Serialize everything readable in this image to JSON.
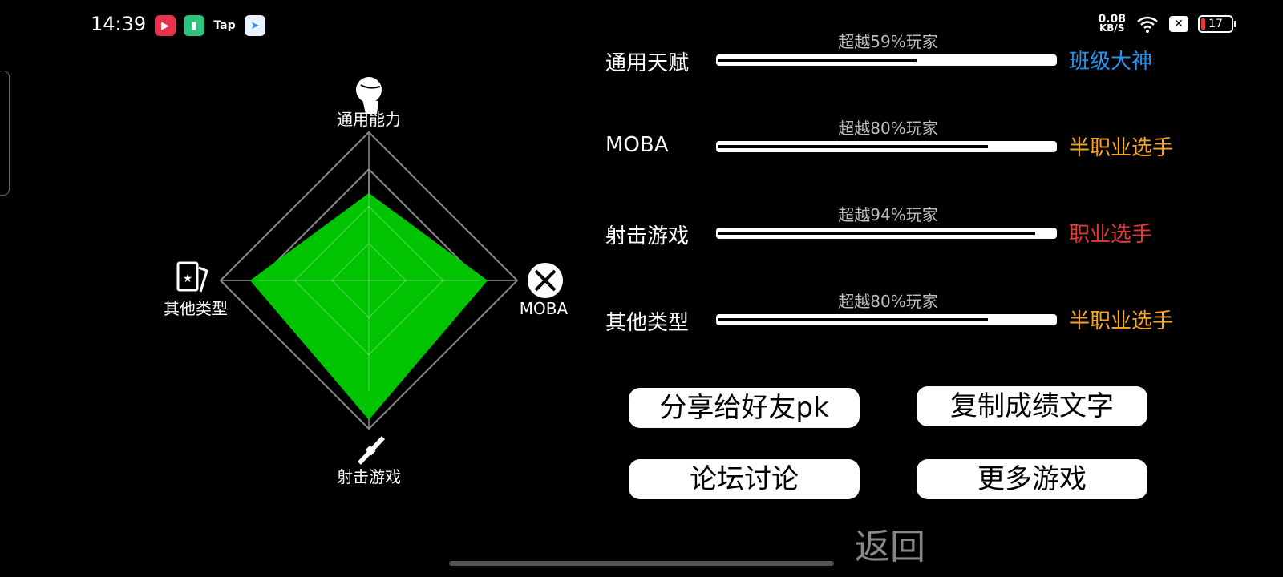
{
  "status_bar": {
    "time": "14:39",
    "apps": [
      "play-app-icon",
      "battery-app-icon",
      "Tap",
      "telegram-icon"
    ],
    "net_speed_value": "0.08",
    "net_speed_unit": "KB/S",
    "battery_level": "17"
  },
  "radar": {
    "axes": [
      {
        "label": "通用能力",
        "icon": "head-icon",
        "value": 0.59
      },
      {
        "label": "MOBA",
        "icon": "moba-icon",
        "value": 0.8
      },
      {
        "label": "射击游戏",
        "icon": "gun-icon",
        "value": 0.94
      },
      {
        "label": "其他类型",
        "icon": "card-icon",
        "value": 0.8
      }
    ],
    "fill_color": "#00c400"
  },
  "rows": [
    {
      "name": "通用天赋",
      "percent_text": "超越59%玩家",
      "progress": 0.59,
      "rank": "班级大神",
      "rank_color": "#2196f3"
    },
    {
      "name": "MOBA",
      "percent_text": "超越80%玩家",
      "progress": 0.8,
      "rank": "半职业选手",
      "rank_color": "#f5a623"
    },
    {
      "name": "射击游戏",
      "percent_text": "超越94%玩家",
      "progress": 0.94,
      "rank": "职业选手",
      "rank_color": "#e53935"
    },
    {
      "name": "其他类型",
      "percent_text": "超越80%玩家",
      "progress": 0.8,
      "rank": "半职业选手",
      "rank_color": "#f5a623"
    }
  ],
  "buttons": {
    "share": "分享给好友pk",
    "copy": "复制成绩文字",
    "forum": "论坛讨论",
    "more": "更多游戏"
  },
  "back_label": "返回"
}
